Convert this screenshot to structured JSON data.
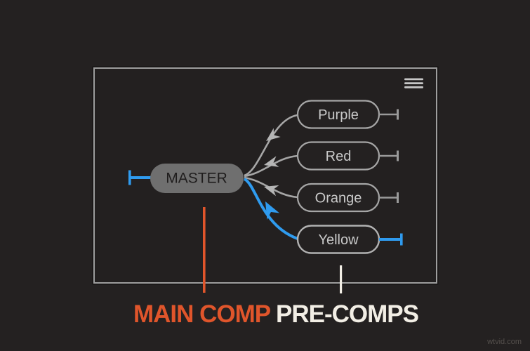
{
  "flowchart": {
    "master": {
      "label": "MASTER"
    },
    "precomps": [
      {
        "label": "Purple",
        "highlighted": false
      },
      {
        "label": "Red",
        "highlighted": false
      },
      {
        "label": "Orange",
        "highlighted": false
      },
      {
        "label": "Yellow",
        "highlighted": true
      }
    ],
    "menu_icon": "hamburger"
  },
  "annotations": {
    "main_comp": "MAIN COMP",
    "pre_comps": "PRE-COMPS"
  },
  "watermark": "wtvid.com",
  "colors": {
    "background": "#242121",
    "panel_border": "#9e9e9e",
    "gray_line": "#a6a6a6",
    "node_border": "#a6a6a6",
    "node_text": "#c9c9c9",
    "master_fill": "#6f6f6f",
    "master_text": "#1f1d1d",
    "highlight_blue": "#2f9bef",
    "accent_orange": "#e0552b",
    "accent_offwhite": "#f2eee5"
  }
}
